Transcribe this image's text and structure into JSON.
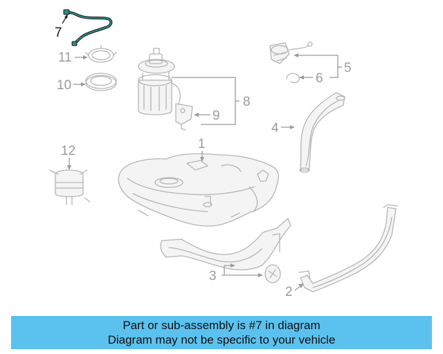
{
  "callouts": {
    "c1": "1",
    "c2": "2",
    "c3": "3",
    "c4": "4",
    "c5": "5",
    "c6": "6",
    "c7": "7",
    "c8": "8",
    "c9": "9",
    "c10": "10",
    "c11": "11",
    "c12": "12"
  },
  "highlight": {
    "part_number": "7",
    "color": "#2c8a8a"
  },
  "colors": {
    "banner_bg": "#5bc1ef",
    "part_line": "#b4b4b4",
    "callout": "#9a9a9a"
  },
  "banner": {
    "line1": "Part or sub-assembly is #7 in diagram",
    "line2": "Diagram may not be specific to your vehicle"
  }
}
